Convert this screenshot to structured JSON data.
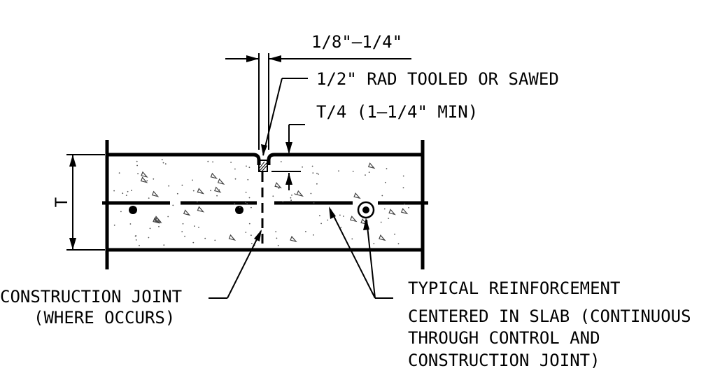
{
  "labels": {
    "joint_width": "1/8\"–1/4\"",
    "radius_note": "1/2\" RAD TOOLED OR SAWED",
    "depth_note": "T/4 (1–1/4\" MIN)",
    "thickness": "T",
    "construction_joint_line1": "CONSTRUCTION JOINT",
    "construction_joint_line2": "(WHERE OCCURS)",
    "reinforcement_line1": "TYPICAL REINFORCEMENT",
    "reinforcement_line2": "CENTERED IN SLAB (CONTINUOUS",
    "reinforcement_line3": "THROUGH CONTROL AND",
    "reinforcement_line4": "CONSTRUCTION JOINT)"
  }
}
